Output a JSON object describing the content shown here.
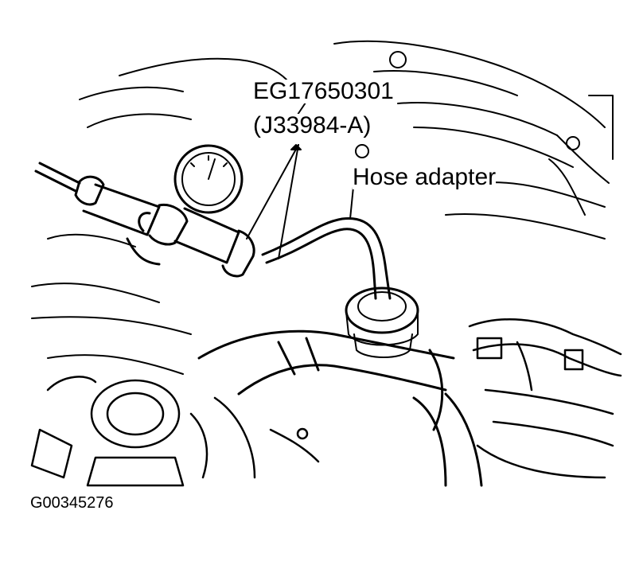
{
  "labels": {
    "part_number": "EG17650301",
    "alt_part_number": "(J33984-A)",
    "hose_adapter": "Hose adapter",
    "figure_id": "G00345276"
  },
  "colors": {
    "ink": "#000000",
    "paper": "#ffffff"
  }
}
